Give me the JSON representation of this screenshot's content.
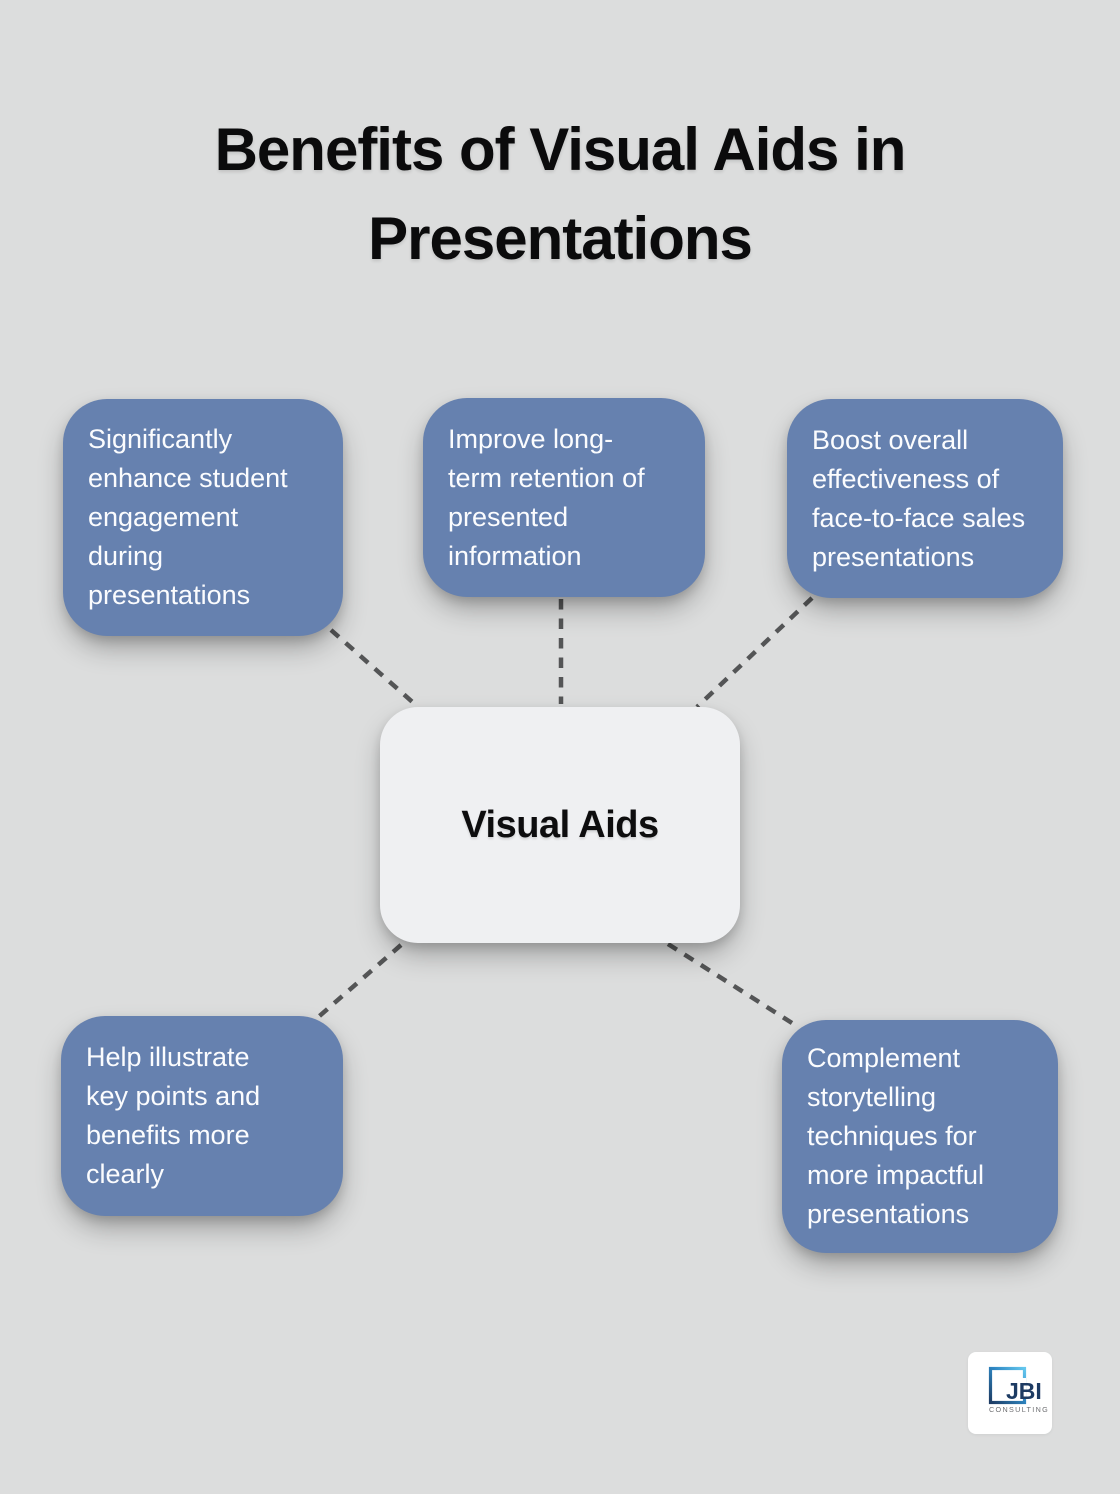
{
  "title": "Benefits of Visual Aids in Presentations",
  "center_node": {
    "label": "Visual Aids"
  },
  "benefits": [
    {
      "position": "top-left",
      "text": "Significantly enhance student engagement during presentations",
      "display": "Significantly\nenhance student\nengagement\nduring\npresentations"
    },
    {
      "position": "top-middle",
      "text": "Improve long-term retention of presented information",
      "display": "Improve long-\nterm retention of\npresented\ninformation"
    },
    {
      "position": "top-right",
      "text": "Boost overall effectiveness of face-to-face sales presentations",
      "display": "Boost overall\neffectiveness of\nface-to-face sales\npresentations"
    },
    {
      "position": "bottom-left",
      "text": "Help illustrate key points and benefits more clearly",
      "display": "Help illustrate\nkey points and\nbenefits more\nclearly"
    },
    {
      "position": "bottom-right",
      "text": "Complement storytelling techniques for more impactful presentations",
      "display": "Complement\nstorytelling\ntechniques for\nmore impactful\npresentations"
    }
  ],
  "logo": {
    "name": "JBI",
    "tagline": "CONSULTING"
  },
  "colors": {
    "background": "#dcdddd",
    "benefit_box": "#6681af",
    "benefit_text": "#fbfcfe",
    "center_box": "#eff0f2",
    "center_text": "#0d0d0e",
    "connector": "#545556",
    "title_text": "#0b0b0c",
    "logo_navy": "#1d3b63",
    "logo_light_blue": "#64c7ee",
    "logo_gray": "#6d6e71"
  }
}
